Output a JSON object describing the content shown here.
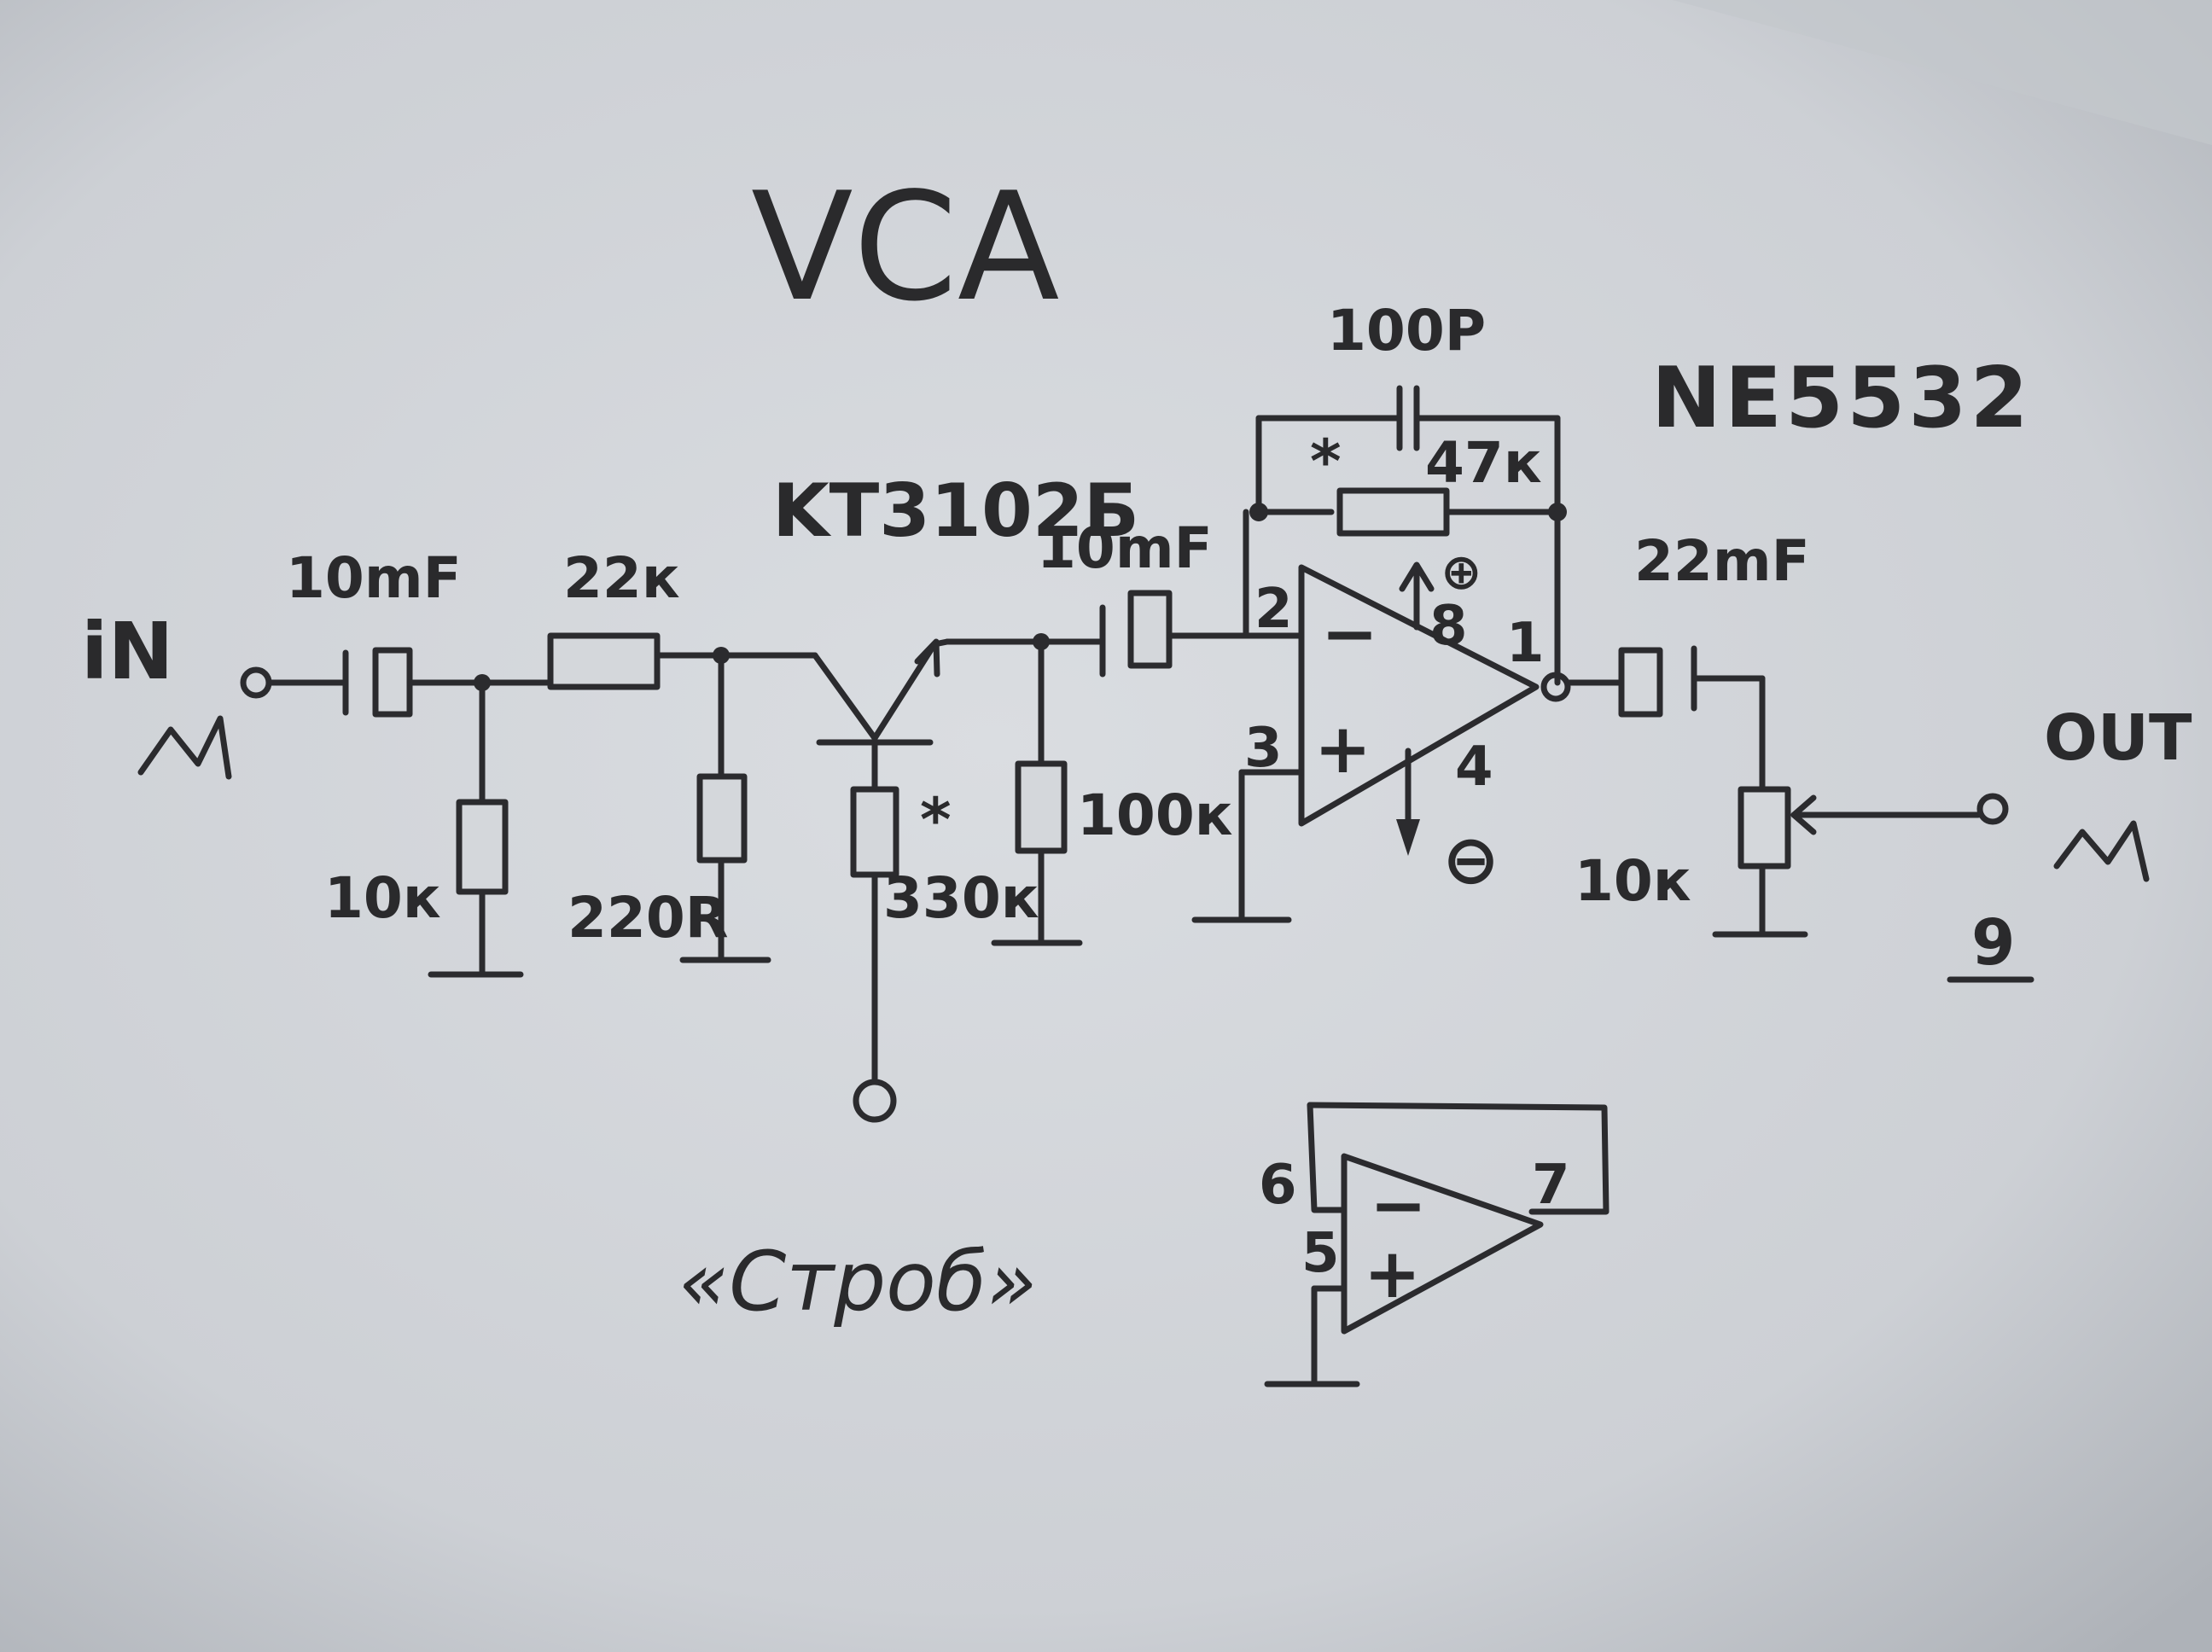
{
  "title": "VCA",
  "ic": "NE5532",
  "transistor": "KT3102Б",
  "io": {
    "in": "iN",
    "out": "OUT"
  },
  "components": {
    "c_in": "10mF",
    "r_series": "22к",
    "r_in_ground": "10к",
    "r_base": "220R",
    "r_collector": "330к",
    "c_couple": "10mF",
    "r_bias": "100к",
    "c_feedback": "100P",
    "r_feedback": "47к",
    "c_out": "22mF",
    "pot_out": "10к"
  },
  "markers": {
    "tuning_star": "*"
  },
  "pins": {
    "inverting": "2",
    "noninverting": "3",
    "supply_pos": "8",
    "output": "1",
    "supply_neg": "4",
    "u2_inverting": "6",
    "u2_noninverting": "5",
    "u2_output": "7"
  },
  "signs": {
    "minus": "−",
    "plus": "+",
    "pos": "⊕",
    "neg": "⊖"
  },
  "strobe_label": "«Строб»",
  "output_ground_mark": "9",
  "colors": {
    "paper": "#d4d7db",
    "ink": "#2b2b2e"
  }
}
